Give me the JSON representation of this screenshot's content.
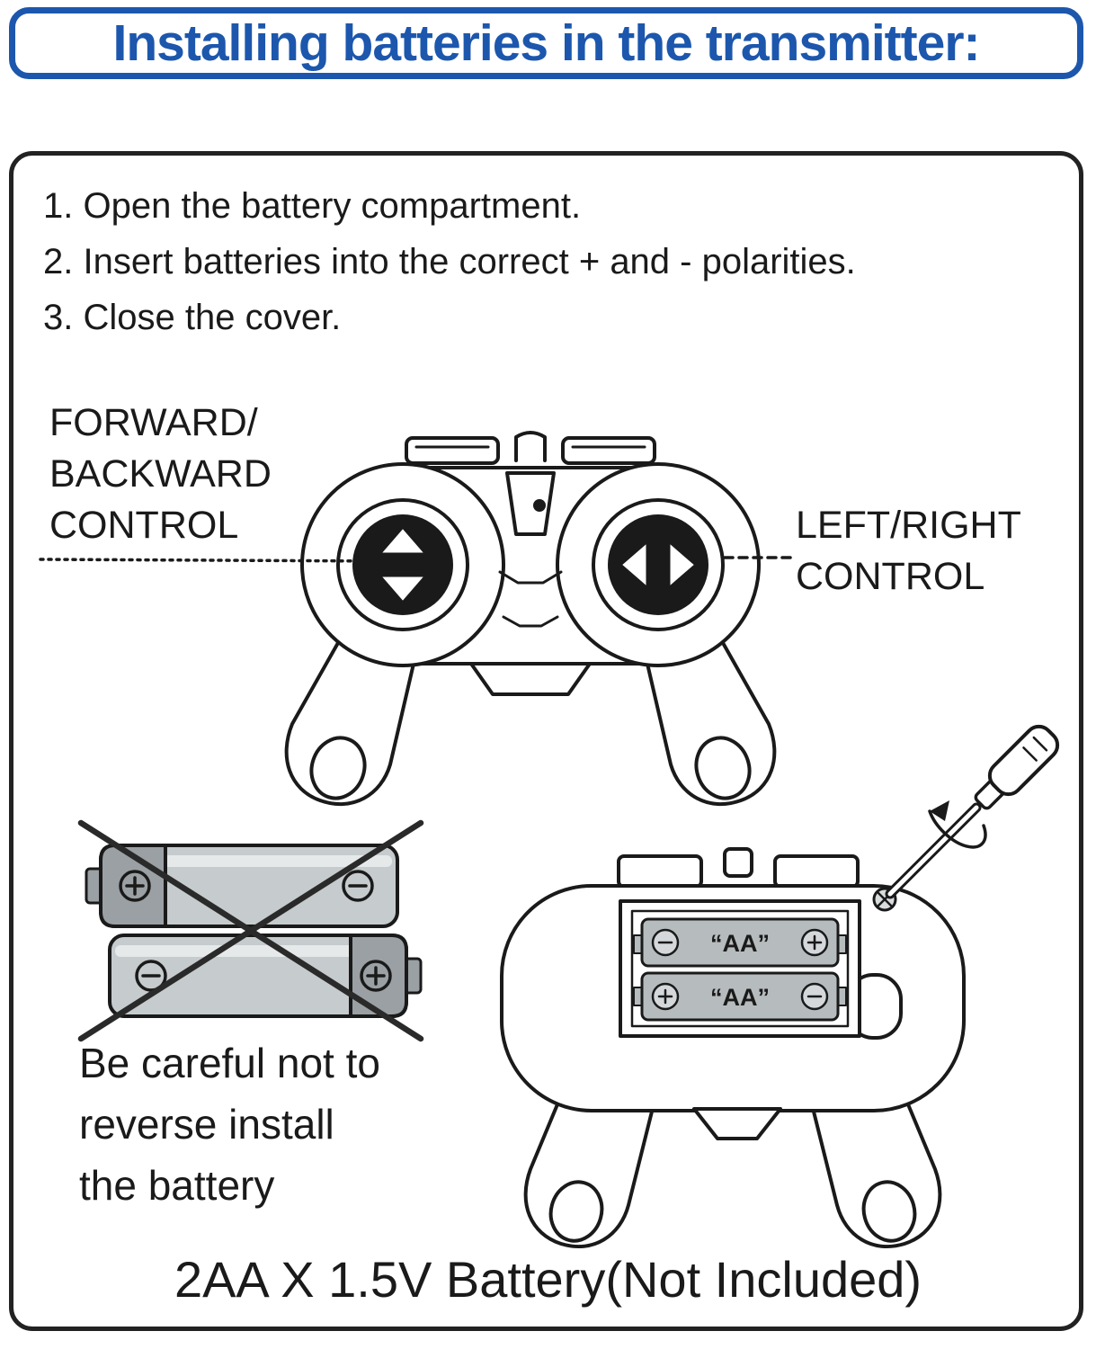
{
  "colors": {
    "accent_blue": "#1c57ad",
    "line_black": "#1a1a1a",
    "battery_gray": "#c6cbcd",
    "battery_cap_gray": "#9aa0a3"
  },
  "header": {
    "title": "Installing batteries in the transmitter:"
  },
  "instructions": {
    "step1": "1. Open the battery compartment.",
    "step2": "2. Insert batteries into the correct + and - polarities.",
    "step3": "3. Close the cover."
  },
  "front_diagram": {
    "left_label_line1": "FORWARD/",
    "left_label_line2": "BACKWARD",
    "left_label_line3": "CONTROL",
    "right_label_line1": "LEFT/RIGHT",
    "right_label_line2": "CONTROL"
  },
  "battery_warning": {
    "line1": "Be careful not to",
    "line2": "reverse install",
    "line3": "the battery"
  },
  "back_diagram": {
    "battery1_label": "“AA”",
    "battery2_label": "“AA”"
  },
  "footer": {
    "note": "2AA X 1.5V Battery(Not Included)"
  }
}
